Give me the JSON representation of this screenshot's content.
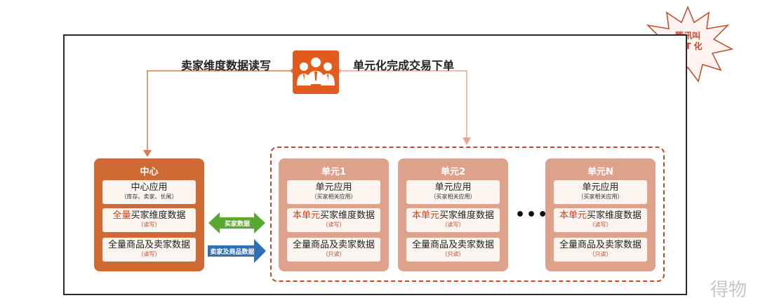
{
  "top_left_label": "卖家维度数据读写",
  "top_right_label": "单元化完成交易下单",
  "badge": {
    "line1": "腾讯叫",
    "line2": "SET 化"
  },
  "center": {
    "title": "中心",
    "card1": {
      "main": "中心应用",
      "sub": "（库存、卖家、长尾）"
    },
    "card2": {
      "highlight": "全量",
      "main": "买家维度数据",
      "sub": "（读写）"
    },
    "card3": {
      "main": "全量商品及卖家数据",
      "sub": "（读写）"
    }
  },
  "units": [
    {
      "title": "单元1",
      "card1": {
        "main": "单元应用",
        "sub": "（买家相关应用）"
      },
      "card2": {
        "highlight": "本单元",
        "main": "买家维度数据",
        "sub": "（读写）"
      },
      "card3": {
        "main": "全量商品及卖家数据",
        "sub": "（只读）"
      }
    },
    {
      "title": "单元2",
      "card1": {
        "main": "单元应用",
        "sub": "（买家相关应用）"
      },
      "card2": {
        "highlight": "本单元",
        "main": "买家维度数据",
        "sub": "（读写）"
      },
      "card3": {
        "main": "全量商品及卖家数据",
        "sub": "（只读）"
      }
    },
    {
      "title": "单元N",
      "card1": {
        "main": "单元应用",
        "sub": "（买家相关应用）"
      },
      "card2": {
        "highlight": "本单元",
        "main": "买家维度数据",
        "sub": "（读写）"
      },
      "card3": {
        "main": "全量商品及卖家数据",
        "sub": "（只读）"
      }
    }
  ],
  "ellipsis": "•••",
  "arrows": {
    "sync_label": "买家数据",
    "push_label": "卖家及商品数据"
  },
  "watermark": "得物",
  "colors": {
    "center": "#cf6a35",
    "unit": "#dea28b",
    "icon": "#e35a1c",
    "green_arrow": "#5aa832",
    "blue_arrow": "#2f6fb6",
    "dashed": "#c8472a"
  }
}
